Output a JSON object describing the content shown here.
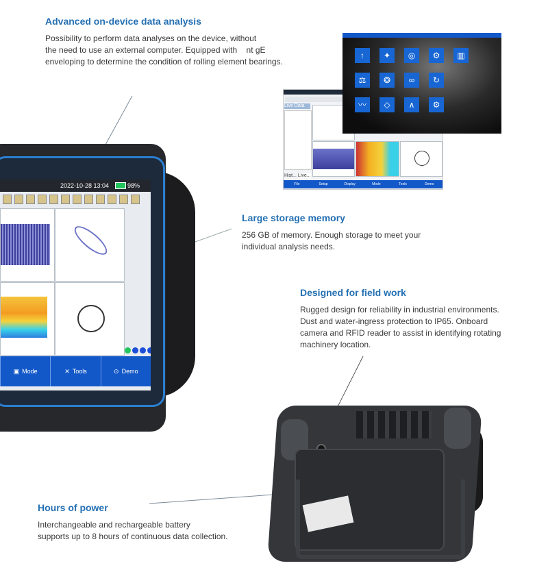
{
  "sections": {
    "analysis": {
      "title": "Advanced on-device data analysis",
      "lines": [
        "Possibility to perform data analyses on the device, without",
        "the need to use an external computer. Equipped with    nt gE",
        "enveloping to determine the condition of rolling element bearings."
      ]
    },
    "storage": {
      "title": "Large storage memory",
      "lines": [
        "256 GB of memory. Enough storage to meet your",
        "individual analysis needs."
      ]
    },
    "field": {
      "title": "Designed for field work",
      "lines": [
        "Rugged design for reliability in industrial environments.",
        "Dust and water-ingress protection to IP65. Onboard",
        "camera and RFID reader to assist in identifying rotating",
        "machinery location."
      ]
    },
    "power": {
      "title": "Hours of power",
      "lines": [
        "Interchangeable and rechargeable battery",
        "supports up to 8 hours of continuous data collection."
      ]
    }
  },
  "tablet_screen": {
    "timestamp": "2022-10-28 13:04",
    "battery": "98%",
    "bottom_buttons": [
      {
        "label": "Mode",
        "icon": "mode-icon"
      },
      {
        "label": "Tools",
        "icon": "tools-icon"
      },
      {
        "label": "Demo",
        "icon": "play-icon"
      }
    ],
    "status_dots": [
      "#22c55e",
      "#1d4ed8",
      "#1d4ed8",
      "#1d4ed8"
    ]
  },
  "desktop_screenshot": {
    "sidebar_title": "Live Data",
    "tabs": [
      "Hist...",
      "Live..."
    ],
    "bottom_buttons": [
      "File",
      "Setup",
      "Display",
      "Mode",
      "Tools",
      "Demo"
    ]
  },
  "colors": {
    "heading": "#2470b3",
    "accent_blue": "#1358c8",
    "device_blue": "#2a7fd0"
  }
}
